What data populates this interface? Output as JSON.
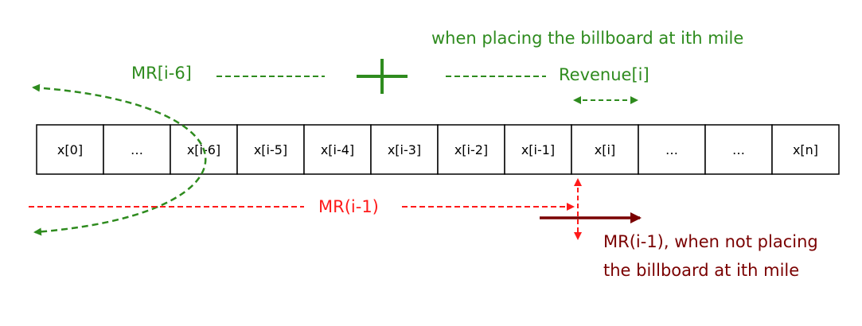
{
  "cells": [
    "x[0]",
    "…",
    "x[i-6]",
    "x[i-5]",
    "x[i-4]",
    "x[i-3]",
    "x[i-2]",
    "x[i-1]",
    "x[i]",
    "…",
    "…",
    "x[n]"
  ],
  "labels": {
    "placing_caption": "when placing the billboard at ith mile",
    "mr_i6": "MR[i-6]",
    "revenue": "Revenue[i]",
    "plus": "+",
    "mr_i1": "MR(i-1)",
    "not_placing_line1": "MR(i-1), when not placing",
    "not_placing_line2": "the billboard at ith mile"
  },
  "colors": {
    "green": "#2e8b1e",
    "red": "#ff1a1a",
    "dark_red": "#7a0000",
    "cell_border": "#000000",
    "text": "#000000"
  }
}
